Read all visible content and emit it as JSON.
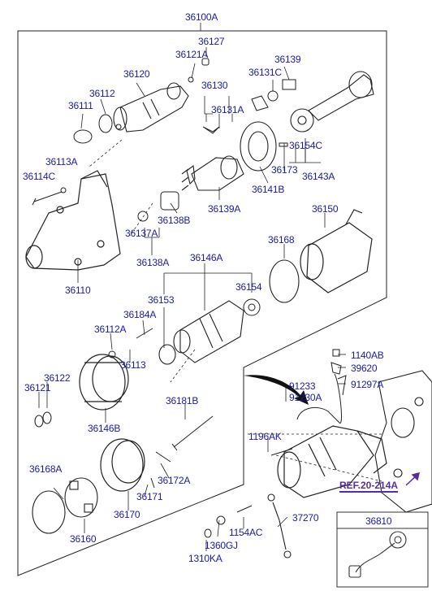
{
  "diagram": {
    "labels": {
      "assembly_top": "36100A",
      "p36127": "36127",
      "p36121A": "36121A",
      "p36120": "36120",
      "p36139": "36139",
      "p36131C": "36131C",
      "p36130": "36130",
      "p36112": "36112",
      "p36111": "36111",
      "p36131A": "36131A",
      "p36154C": "36154C",
      "p36173": "36173",
      "p36143A": "36143A",
      "p36113A": "36113A",
      "p36114C": "36114C",
      "p36141B": "36141B",
      "p36139A": "36139A",
      "p36138B": "36138B",
      "p36137A": "36137A",
      "p36138A": "36138A",
      "p36150": "36150",
      "p36168": "36168",
      "p36110": "36110",
      "p36146A": "36146A",
      "p36153": "36153",
      "p36154": "36154",
      "p36184A": "36184A",
      "p36112A": "36112A",
      "p36113": "36113",
      "p36122": "36122",
      "p36121": "36121",
      "p36146B": "36146B",
      "p36181B": "36181B",
      "p1140AB": "1140AB",
      "p39620": "39620",
      "p91233": "91233",
      "p91230A": "91230A",
      "p91297A": "91297A",
      "p1196AK": "1196AK",
      "p36168A": "36168A",
      "p36172A": "36172A",
      "p36171": "36171",
      "p36170": "36170",
      "p36160": "36160",
      "p37270": "37270",
      "p1154AC": "1154AC",
      "p1360GJ": "1360GJ",
      "p1310KA": "1310KA",
      "p36810": "36810"
    },
    "reference": "REF.20-214A",
    "colors": {
      "label": "#1a1aa6",
      "reference": "#5a2d9c",
      "line": "#222222"
    }
  }
}
